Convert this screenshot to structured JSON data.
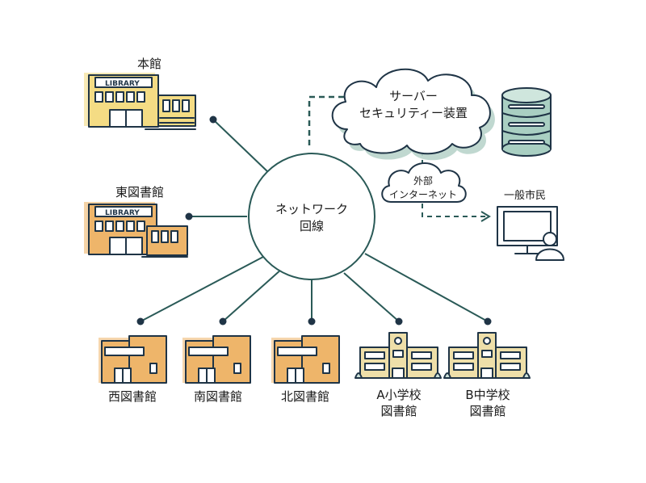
{
  "center": {
    "line1": "ネットワーク",
    "line2": "回線"
  },
  "top_nodes": {
    "main_library": {
      "label": "本館",
      "sign": "LIBRARY"
    },
    "east_library": {
      "label": "東図書館",
      "sign": "LIBRARY"
    }
  },
  "bottom_nodes": {
    "west": "西図書館",
    "south": "南図書館",
    "north": "北図書館",
    "school_a": {
      "line1": "A小学校",
      "line2": "図書館"
    },
    "school_b": {
      "line1": "B中学校",
      "line2": "図書館"
    }
  },
  "server": {
    "line1": "サーバー",
    "line2": "セキュリティー装置"
  },
  "internet": {
    "line1": "外部",
    "line2": "インターネット"
  },
  "citizen": {
    "label": "一般市民"
  },
  "colors": {
    "line": "#2a5a57",
    "circle_stroke": "#2a5a57",
    "cloud_shadow": "#b9d4cb",
    "db_fill": "#a9cfc2",
    "yellow_building": "#f4dc84",
    "orange_building": "#eeb56a",
    "school_building": "#eedfa9",
    "ink": "#1f3446"
  }
}
